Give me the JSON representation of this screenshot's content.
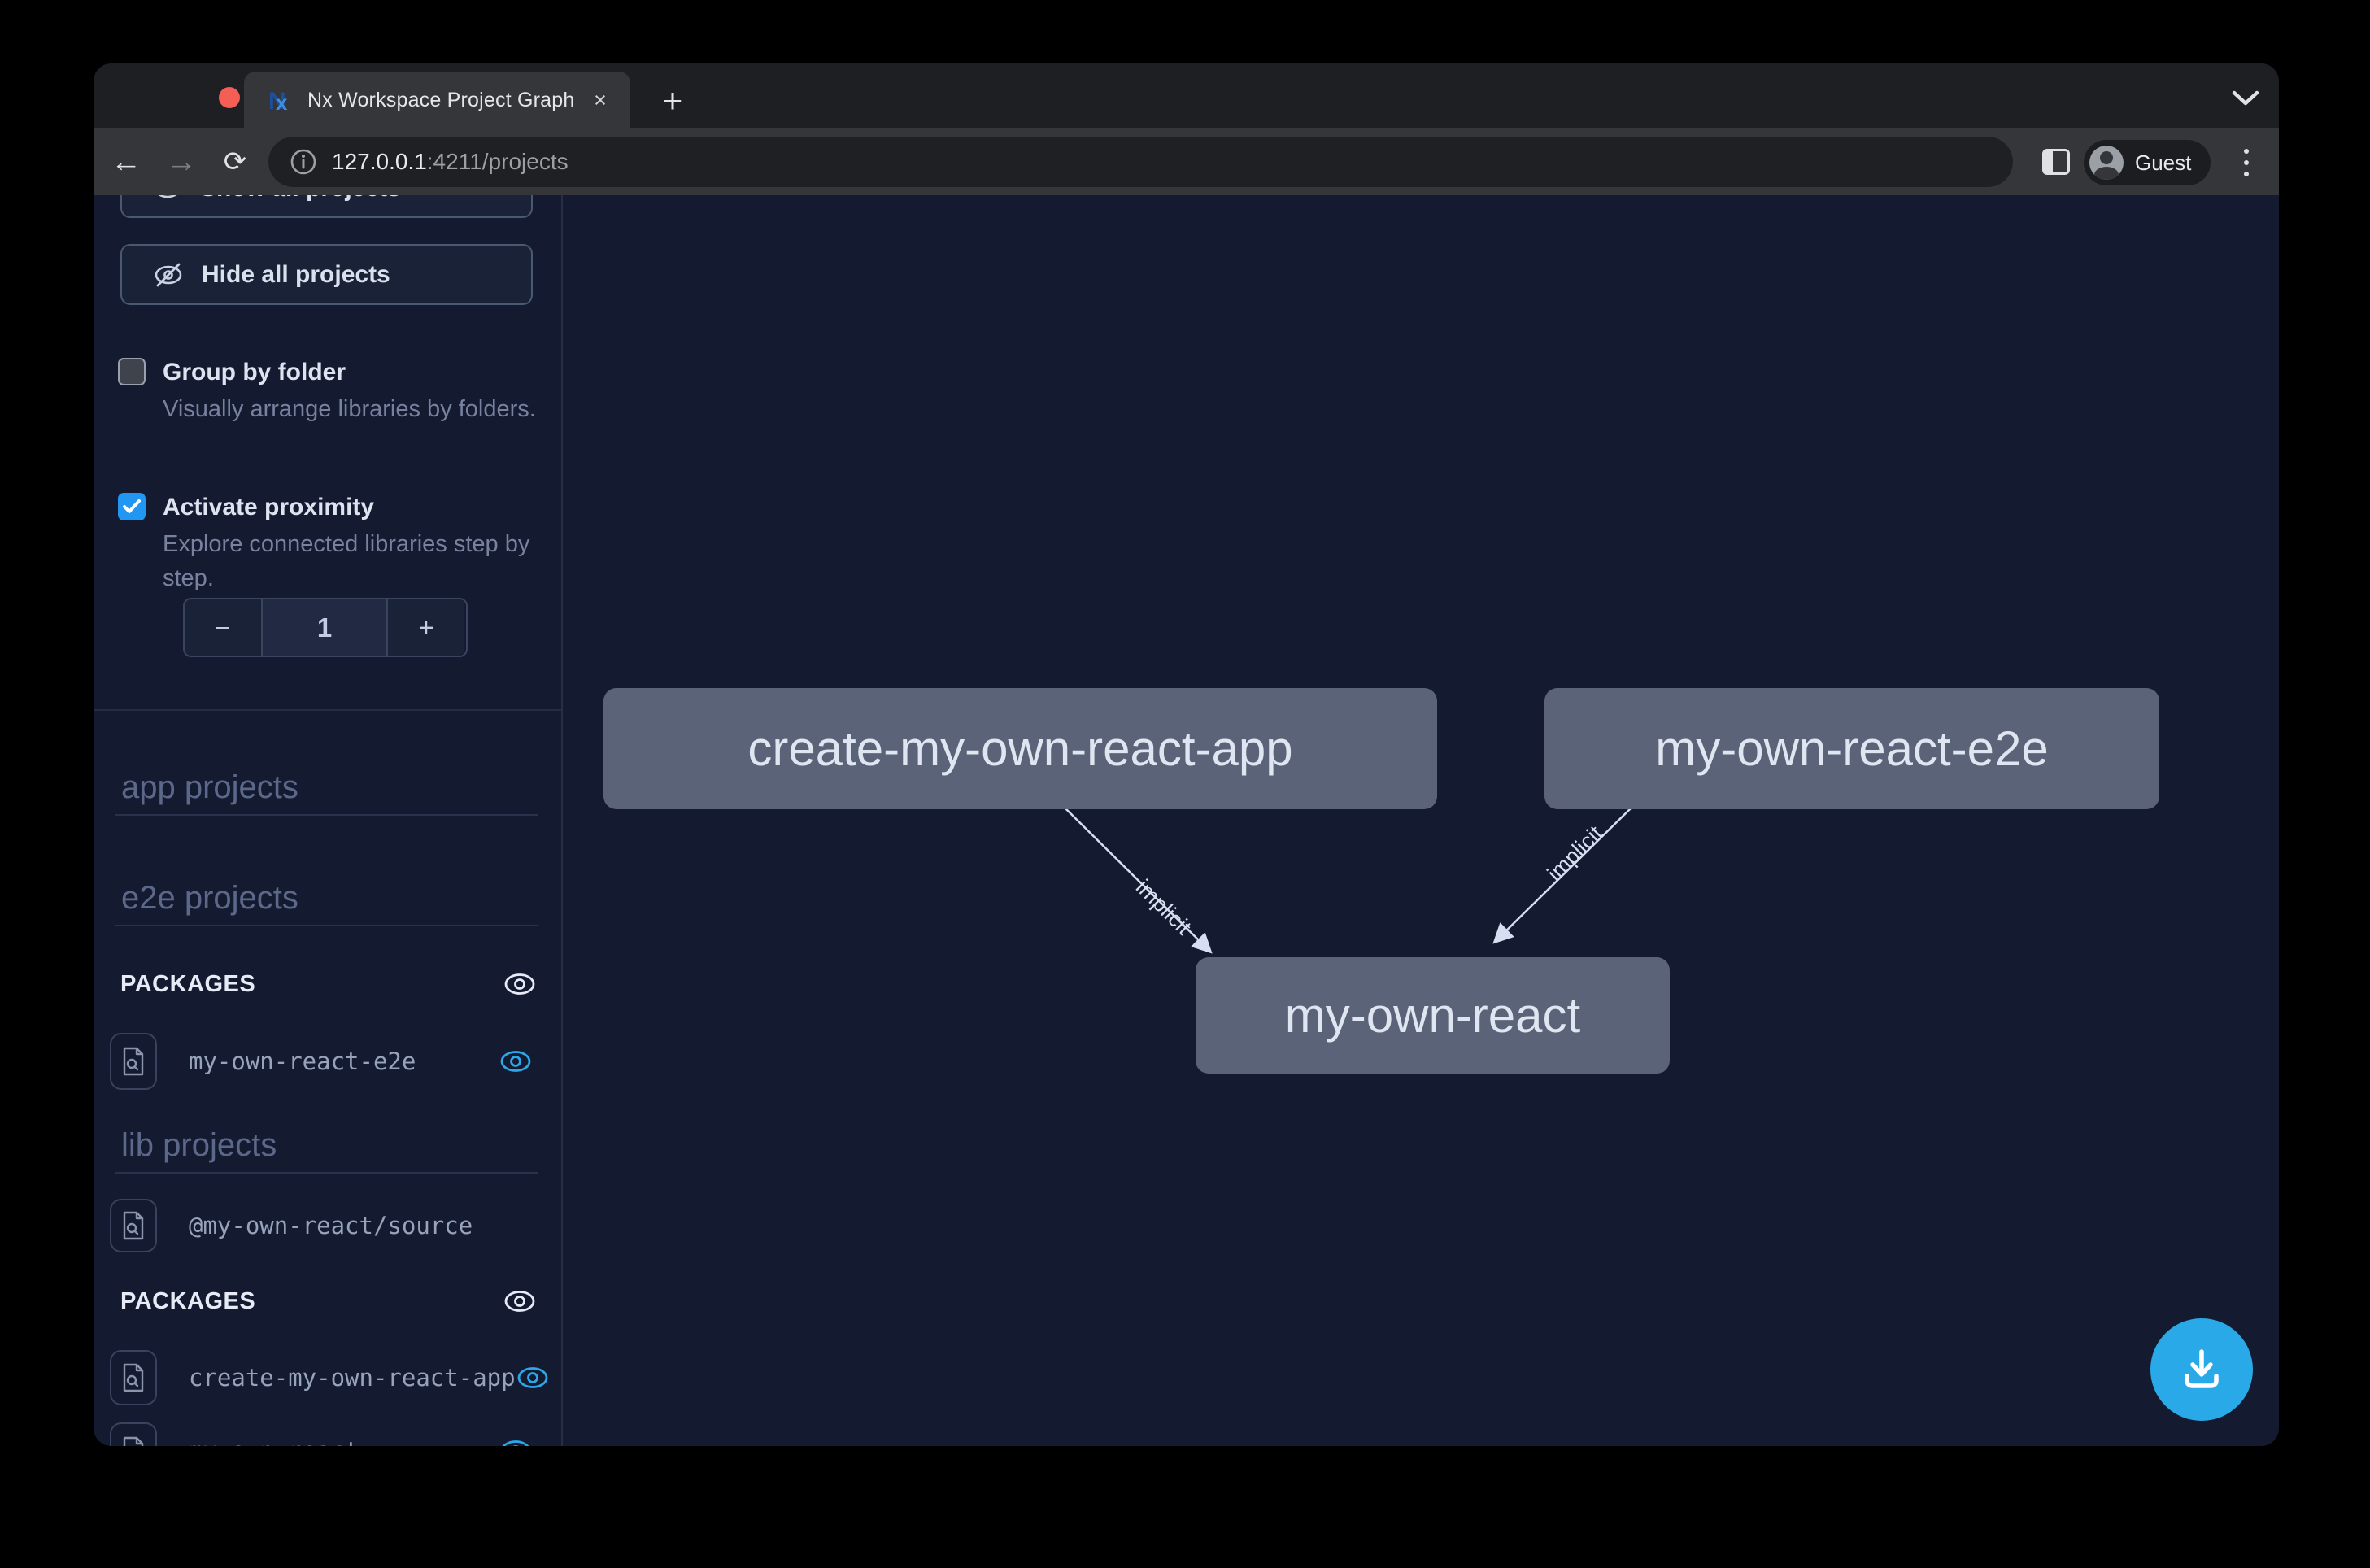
{
  "browser": {
    "tab": {
      "title": "Nx Workspace Project Graph",
      "close_glyph": "×",
      "new_tab_glyph": "+"
    },
    "nav": {
      "back_glyph": "←",
      "forward_glyph": "→",
      "reload_glyph": "⟳"
    },
    "address": {
      "host": "127.0.0.1",
      "path": ":4211/projects"
    },
    "profile_label": "Guest"
  },
  "sidebar": {
    "show_all_button": "Show all projects",
    "hide_all_button": "Hide all projects",
    "checkboxes": [
      {
        "label": "Group by folder",
        "description": "Visually arrange libraries by folders.",
        "checked": false
      },
      {
        "label": "Activate proximity",
        "description": "Explore connected libraries step by step.",
        "checked": true
      }
    ],
    "stepper": {
      "decrement": "−",
      "value": "1",
      "increment": "+"
    },
    "headings": {
      "app": "app projects",
      "e2e": "e2e projects",
      "lib": "lib projects"
    },
    "packages_heading": "PACKAGES",
    "e2e_packages": [
      {
        "name": "my-own-react-e2e"
      }
    ],
    "lib_items": [
      {
        "name": "@my-own-react/source"
      }
    ],
    "lib_packages": [
      {
        "name": "create-my-own-react-app"
      },
      {
        "name": "my-own-react"
      }
    ]
  },
  "graph": {
    "nodes": [
      {
        "id": "create-my-own-react-app",
        "label": "create-my-own-react-app"
      },
      {
        "id": "my-own-react-e2e",
        "label": "my-own-react-e2e"
      },
      {
        "id": "my-own-react",
        "label": "my-own-react"
      }
    ],
    "edges": [
      {
        "from": "create-my-own-react-app",
        "to": "my-own-react",
        "label": "implicit"
      },
      {
        "from": "my-own-react-e2e",
        "to": "my-own-react",
        "label": "implicit"
      }
    ]
  },
  "colors": {
    "accent_blue": "#2da7e8",
    "checkbox_blue": "#2196f3",
    "node_background": "#5a6377",
    "edge": "#d8def2",
    "fab": "#2aa9e9",
    "app_background": "#141b30"
  }
}
